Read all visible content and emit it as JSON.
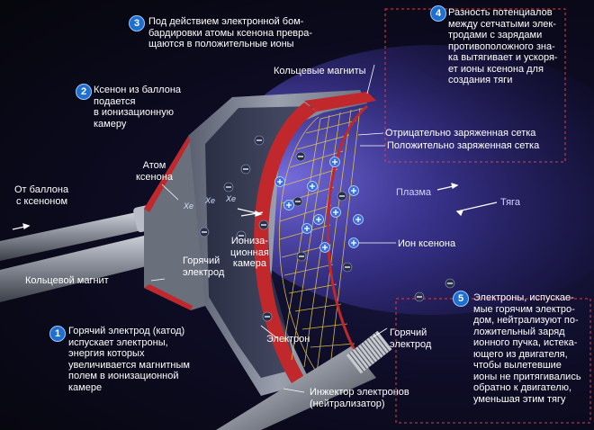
{
  "steps": [
    {
      "num": "1",
      "text": [
        "Горячий электрод (катод)",
        "испускает электроны,",
        "энергия которых",
        "увеличивается магнитным",
        "полем в ионизационной",
        "камере"
      ]
    },
    {
      "num": "2",
      "text": [
        "Ксенон из баллона",
        "подается",
        "в ионизационную",
        "камеру"
      ]
    },
    {
      "num": "3",
      "text": [
        "Под действием электронной бом-",
        "бардировки атомы ксенона превра-",
        "щаются в положительные ионы"
      ]
    },
    {
      "num": "4",
      "text": [
        "Разность потенциалов",
        "между сетчатыми элек-",
        "тродами с зарядами",
        "противоположного зна-",
        "ка вытягивает и ускоря-",
        "ет ионы ксенона для",
        "создания тяги"
      ]
    },
    {
      "num": "5",
      "text": [
        "Электроны, испускае-",
        "мые горячим электро-",
        "дом, нейтрализуют по-",
        "ложительный заряд",
        "ионного пучка, истека-",
        "ющего из двигателя,",
        "чтобы вылетевшие",
        "ионы не притягивались",
        "обратно к двигателю,",
        "уменьшая этим тягу"
      ]
    }
  ],
  "labels": {
    "ring_magnets": "Кольцевые магниты",
    "neg_grid": "Отрицательно заряженная сетка",
    "pos_grid": "Положительно заряженная сетка",
    "plasma": "Плазма",
    "thrust": "Тяга",
    "xenon_ion": "Ион ксенона",
    "from_tank": [
      "От баллона",
      "с ксеноном"
    ],
    "xenon_atom": [
      "Атом",
      "ксенона"
    ],
    "ionization_chamber": [
      "Иониза-",
      "ционная",
      "камера"
    ],
    "hot_electrode_left": [
      "Горячий",
      "электрод"
    ],
    "ring_magnet": "Кольцевой магнит",
    "electron": "Электрон",
    "hot_electrode_right": [
      "Горячий",
      "электрод"
    ],
    "injector": [
      "Инжектор электронов",
      "(нейтрализатор)"
    ],
    "xe": "Xe"
  },
  "colors": {
    "accent_blue": "#1e6fd0",
    "magnet_red": "#c0282c",
    "grid_yellow": "#e8c94a",
    "plasma": "#5a4fd8"
  }
}
